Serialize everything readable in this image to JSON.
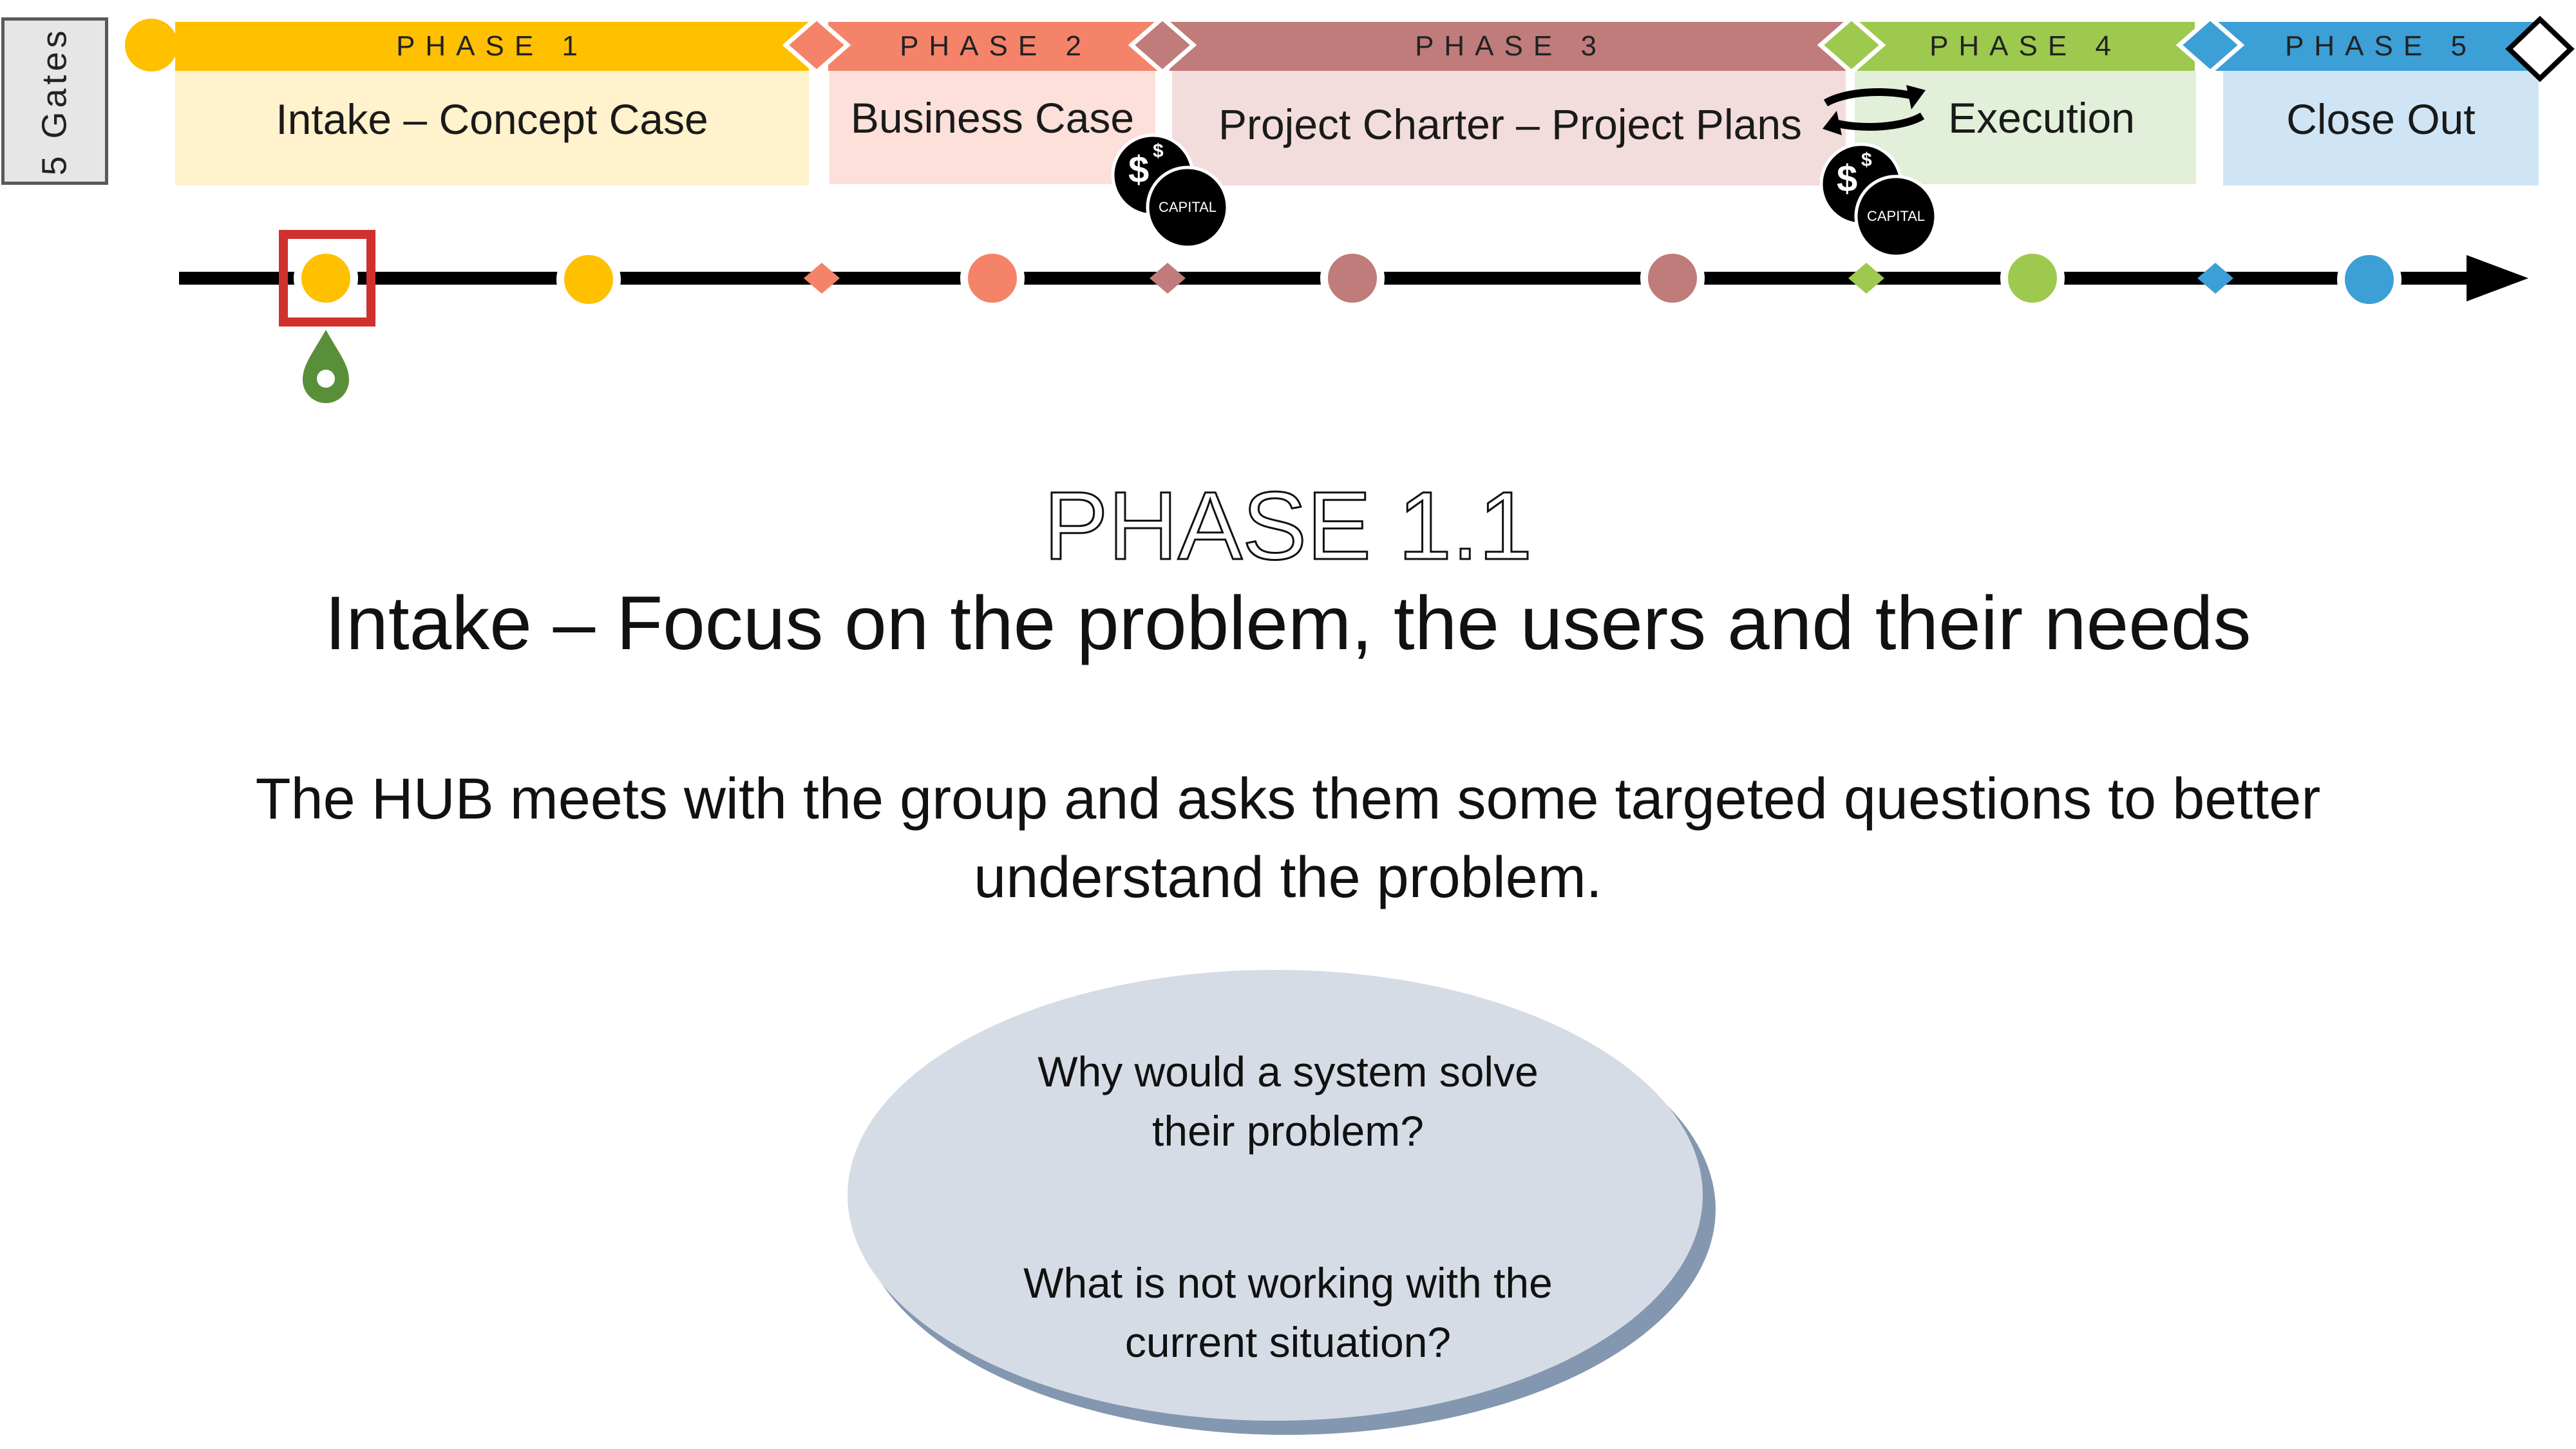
{
  "gates_label": "5 Gates",
  "phases": [
    {
      "head": "PHASE 1",
      "body": "Intake – Concept Case",
      "head_color": "#FFC000",
      "body_color": "#FFF2CC",
      "dot_color": "#FFC000"
    },
    {
      "head": "PHASE 2",
      "body": "Business Case",
      "head_color": "#F4836A",
      "body_color": "#FDE0DA",
      "dot_color": "#F4836A"
    },
    {
      "head": "PHASE 3",
      "body": "Project Charter – Project Plans",
      "head_color": "#C07B7B",
      "body_color": "#F3DCDC",
      "dot_color": "#C07B7B"
    },
    {
      "head": "PHASE 4",
      "body": "Execution",
      "head_color": "#9DC94E",
      "body_color": "#E2EFD9",
      "dot_color": "#9DC94E"
    },
    {
      "head": "PHASE 5",
      "body": "Close Out",
      "head_color": "#3C9FD6",
      "body_color": "#CFE5F5",
      "dot_color": "#3C9FD6"
    }
  ],
  "coin_sign": "$",
  "coin_sign_small": "$",
  "capital_label": "CAPITAL",
  "title": "PHASE 1.1",
  "subtitle": "Intake – Focus on the problem,  the users and their needs",
  "body_line1": "The HUB meets with the group and asks them some targeted questions to better",
  "body_line2": "understand the problem.",
  "questions": [
    {
      "line1": "Why would a system solve",
      "line2": "their problem?"
    },
    {
      "line1": "What is not working with the",
      "line2": "current situation?"
    }
  ],
  "colors": {
    "highlight_box": "#D0312D",
    "marker": "#5A8F3A",
    "ellipse_fill": "#D6DCE5",
    "ellipse_shadow": "#8497B0",
    "timeline": "#000000"
  },
  "icons": [
    "refresh-cycle-icon",
    "capital-coin-icon",
    "location-marker-icon"
  ]
}
